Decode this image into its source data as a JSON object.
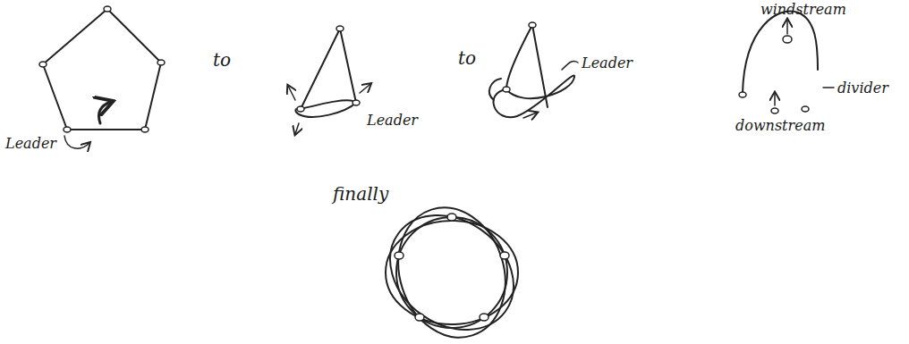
{
  "diagram": {
    "labels": [
      "Leader",
      "to",
      "Leader",
      "to",
      "Leader",
      "windstream",
      "divider",
      "downstream",
      "finally"
    ]
  }
}
